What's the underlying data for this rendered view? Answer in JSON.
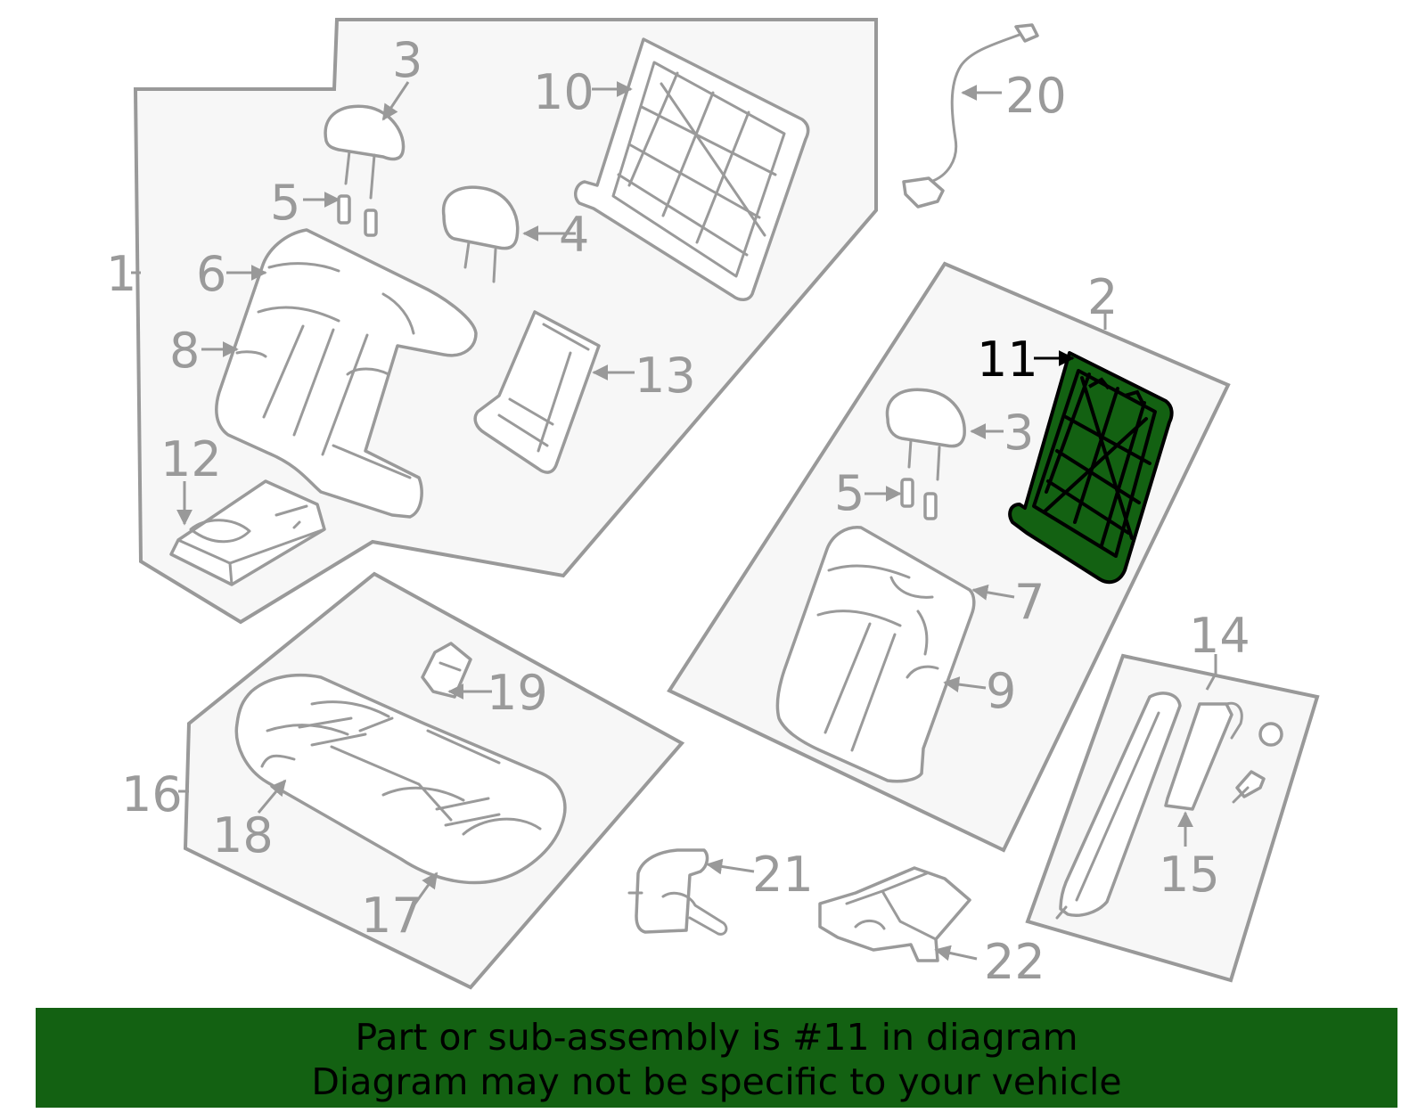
{
  "diagram": {
    "highlight_part": "11",
    "highlight_color": "#136112",
    "labels": {
      "l1": "1",
      "l2": "2",
      "l3a": "3",
      "l3b": "3",
      "l4": "4",
      "l5a": "5",
      "l5b": "5",
      "l6": "6",
      "l7": "7",
      "l8": "8",
      "l9": "9",
      "l10": "10",
      "l11": "11",
      "l12": "12",
      "l13": "13",
      "l14": "14",
      "l15": "15",
      "l16": "16",
      "l17": "17",
      "l18": "18",
      "l19": "19",
      "l20": "20",
      "l21": "21",
      "l22": "22"
    }
  },
  "banner": {
    "line1": "Part or sub-assembly is #11 in diagram",
    "line2": "Diagram may not be specific to your vehicle",
    "background": "#136112"
  }
}
